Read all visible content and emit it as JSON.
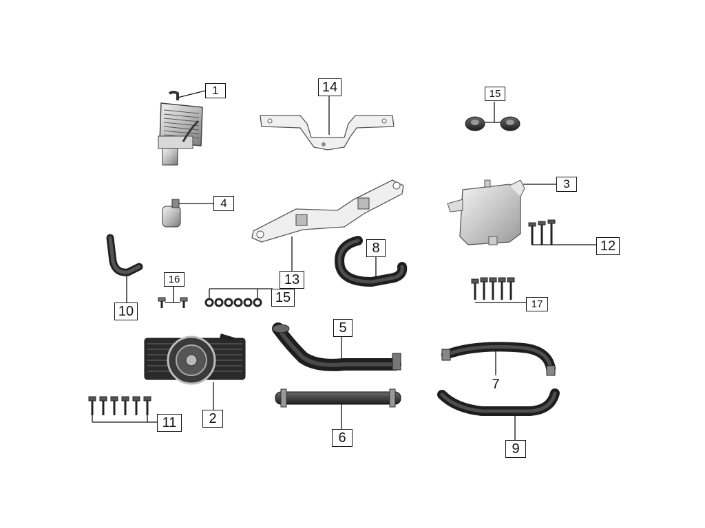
{
  "diagram": {
    "callouts": {
      "c1": "1",
      "c2": "2",
      "c3": "3",
      "c4": "4",
      "c5": "5",
      "c6": "6",
      "c7": "7",
      "c8": "8",
      "c9": "9",
      "c10": "10",
      "c11": "11",
      "c12": "12",
      "c13": "13",
      "c14": "14",
      "c15a": "15",
      "c15b": "15",
      "c16": "16",
      "c17": "17"
    }
  }
}
